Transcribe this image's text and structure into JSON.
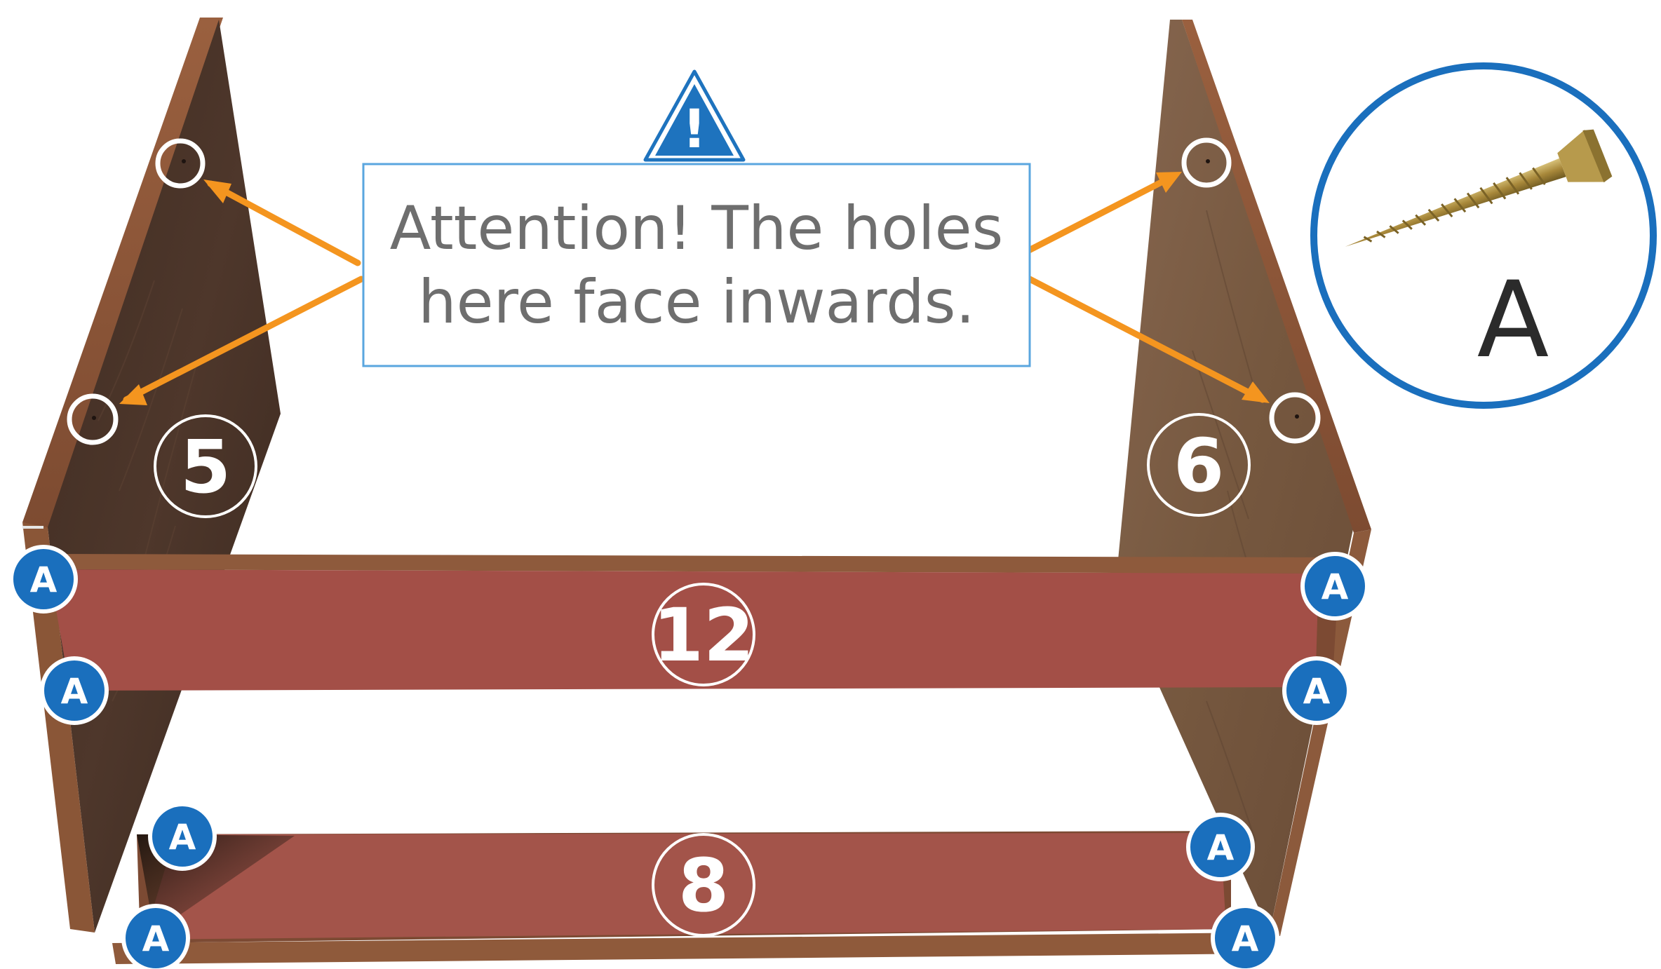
{
  "warning": {
    "icon": "warning-triangle-icon",
    "symbol": "!",
    "line1": "Attention! The holes",
    "line2": "here face inwards.",
    "accent_color": "#1e73be",
    "arrow_color": "#f4951f"
  },
  "parts": {
    "left_panel": "5",
    "right_panel": "6",
    "top_rail": "12",
    "bottom_shelf": "8"
  },
  "screw_marker_label": "A",
  "legend": {
    "icon": "screw-icon",
    "label": "A"
  },
  "colors": {
    "wood_dark": "#4a3327",
    "wood_light": "#7b5a45",
    "wood_edge": "#8e5a3d",
    "highlight_panel": "#a34f47",
    "marker_blue": "#1a6fbd"
  }
}
